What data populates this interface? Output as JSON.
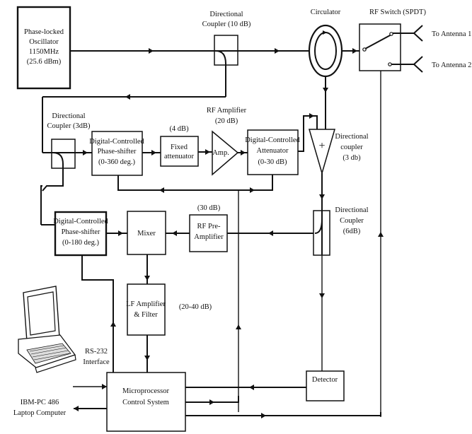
{
  "diagram": {
    "type": "block-diagram",
    "description": "RF phase-locked measurement system block diagram",
    "blocks": {
      "oscillator": [
        "Phase-locked",
        "Oscillator",
        "1150MHz",
        "(25.6 dBm)"
      ],
      "coupler_10db_label": [
        "Directional",
        "Coupler (10 dB)"
      ],
      "circulator_label": "Circulator",
      "rf_switch_label": "RF Switch (SPDT)",
      "antenna1": "To Antenna 1",
      "antenna2": "To Antenna 2",
      "coupler_3db_label": [
        "Directional",
        "Coupler (3dB)"
      ],
      "phase_shifter_360": [
        "Digital-Controlled",
        "Phase-shifter",
        "(0-360 deg.)"
      ],
      "fixed_attenuator_gain": "(4 dB)",
      "fixed_attenuator": [
        "Fixed",
        "attenuator"
      ],
      "rf_amplifier_label": [
        "RF Amplifier",
        "(20 dB)"
      ],
      "amp": "Amp.",
      "attenuator": [
        "Digital-Controlled",
        "Attenuator",
        "(0-30 dB)"
      ],
      "combiner_label": [
        "Directional",
        "coupler",
        "(3 db)"
      ],
      "combiner_symbol": "+",
      "phase_shifter_180": [
        "Digital-Controlled",
        "Phase-shifter",
        "(0-180 deg.)"
      ],
      "mixer": "Mixer",
      "preamp_gain": "(30 dB)",
      "preamp": [
        "RF Pre-",
        "Amplifier"
      ],
      "coupler_6db_label": [
        "Directional",
        "Coupler",
        "(6dB)"
      ],
      "lf_amp": [
        "LF Amplifier",
        "& Filter"
      ],
      "lf_amp_gain": "(20-40 dB)",
      "rs232": [
        "RS-232",
        "Interface"
      ],
      "laptop_label": [
        "IBM-PC 486",
        "Laptop Computer"
      ],
      "microprocessor": [
        "Microprocessor",
        "Control System"
      ],
      "detector": "Detector"
    }
  }
}
